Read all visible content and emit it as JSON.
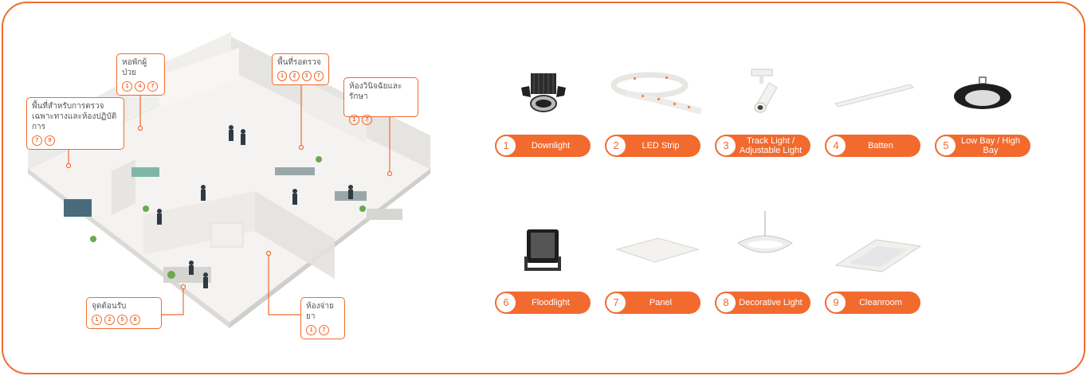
{
  "accent_color": "#f26a2e",
  "callouts": [
    {
      "label": "หอพักผู้ป่วย",
      "numbers": [
        "1",
        "4",
        "7"
      ]
    },
    {
      "label": "พื้นที่รอตรวจ",
      "numbers": [
        "1",
        "2",
        "3",
        "7"
      ]
    },
    {
      "label": "ห้องวินิจฉัยและรักษา",
      "numbers": [
        "1",
        "7"
      ]
    },
    {
      "label": "พื้นที่สำหรับการตรวจ\nเฉพาะทางและห้องปฏิบัติการ",
      "numbers": [
        "7",
        "9"
      ]
    },
    {
      "label": "จุดต้อนรับ",
      "numbers": [
        "1",
        "2",
        "5",
        "8"
      ]
    },
    {
      "label": "ห้องจ่ายยา",
      "numbers": [
        "1",
        "7"
      ]
    }
  ],
  "products": [
    {
      "number": "1",
      "label": "Downlight",
      "icon": "downlight-icon"
    },
    {
      "number": "2",
      "label": "LED Strip",
      "icon": "led-strip-icon"
    },
    {
      "number": "3",
      "label": "Track Light / Adjustable Light",
      "icon": "track-light-icon"
    },
    {
      "number": "4",
      "label": "Batten",
      "icon": "batten-icon"
    },
    {
      "number": "5",
      "label": "Low Bay / High Bay",
      "icon": "high-bay-icon"
    },
    {
      "number": "6",
      "label": "Floodlight",
      "icon": "floodlight-icon"
    },
    {
      "number": "7",
      "label": "Panel",
      "icon": "panel-icon"
    },
    {
      "number": "8",
      "label": "Decorative Light",
      "icon": "decorative-light-icon"
    },
    {
      "number": "9",
      "label": "Cleanroom",
      "icon": "cleanroom-icon"
    }
  ]
}
